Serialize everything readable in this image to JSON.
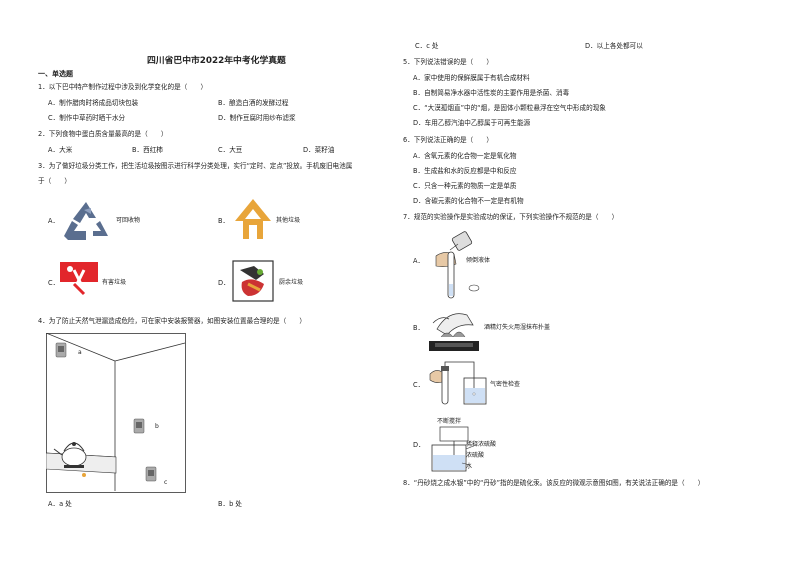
{
  "top_options": {
    "c": "C．c 处",
    "d": "D．以上各处都可以"
  },
  "title": "四川省巴中市2022年中考化学真题",
  "section": "一、单选题",
  "q1": {
    "stem": "1．以下巴中特产制作过程中涉及到化学变化的是（　　）",
    "a": "A．制作腊肉时将成品切块包装",
    "b": "B．酿造白酒的发酵过程",
    "c": "C．制作中草药时晒干水分",
    "d": "D．制作豆腐时用纱布滤浆"
  },
  "q2": {
    "stem": "2．下列食物中蛋白质含量最高的是（　　）",
    "a": "A．大米",
    "b": "B．西红柿",
    "c": "C．大豆",
    "d": "D．菜籽油"
  },
  "q3": {
    "stem1": "3．为了做好垃圾分类工作，把生活垃圾按图示进行科学分类处理，实行“定时、定点”投放。手机废旧电池属",
    "stem2": "于（　　）",
    "a": "A．",
    "a_label": "可回收物",
    "b": "B．",
    "b_label": "其他垃圾",
    "c": "C．",
    "c_label": "有害垃圾",
    "d": "D．",
    "d_label": "厨余垃圾"
  },
  "q4": {
    "stem": "4．为了防止天然气泄漏造成危险，可在家中安装报警器，如图安装位置最合理的是（　　）",
    "label_a": "a",
    "label_b": "b",
    "label_c": "c",
    "a": "A．a 处",
    "b": "B．b 处"
  },
  "q5": {
    "stem": "5．下列说法错误的是（　　）",
    "a": "A．家中使用的保鲜膜属于有机合成材料",
    "b": "B．自制简易净水器中活性炭的主要作用是杀菌、消毒",
    "c": "C．“大漠孤烟直”中的“烟，是固体小颗粒悬浮在空气中形成的现象",
    "d": "D．车用乙醇汽油中乙醇属于可再生能源"
  },
  "q6": {
    "stem": "6．下列说法正确的是（　　）",
    "a": "A．含氧元素的化合物一定是氧化物",
    "b": "B．生成盐和水的反应都是中和反应",
    "c": "C．只含一种元素的物质一定是单质",
    "d": "D．含碳元素的化合物不一定是有机物"
  },
  "q7": {
    "stem": "7．规范的实验操作是实验成功的保证，下列实验操作不规范的是（　　）",
    "a": "A．",
    "a_label": "倾倒液体",
    "b": "B．",
    "b_label": "酒精灯失火用湿抹布扑盖",
    "c": "C．",
    "c_label": "气密性检查",
    "d": "D．",
    "d_label": "稀释浓硫酸",
    "d_note1": "不断搅拌",
    "d_note2": "浓硫酸",
    "d_note3": "水"
  },
  "q8": {
    "stem": "8．“丹砂烧之成水银”中的“丹砂”指的是硫化汞。该反应的微观示意图如图，有关说法正确的是（　　）"
  }
}
